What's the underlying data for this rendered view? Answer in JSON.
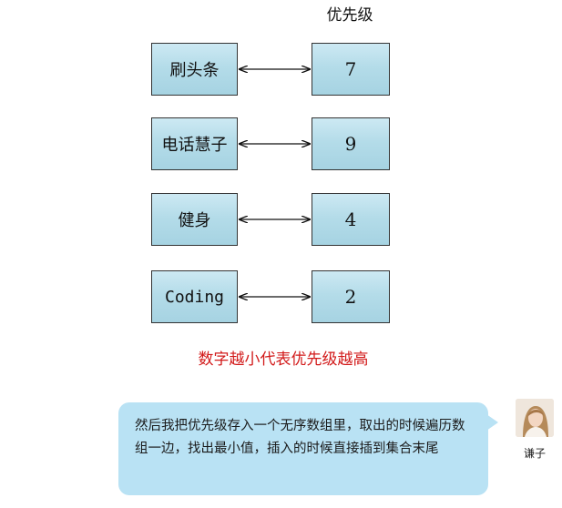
{
  "header": {
    "priority_label": "优先级"
  },
  "rows": [
    {
      "task": "刷头条",
      "priority": "7"
    },
    {
      "task": "电话慧子",
      "priority": "9"
    },
    {
      "task": "健身",
      "priority": "4"
    },
    {
      "task": "Coding",
      "priority": "2"
    }
  ],
  "note": "数字越小代表优先级越高",
  "chat": {
    "message": "然后我把优先级存入一个无序数组里，取出的时候遍历数组一边，找出最小值，插入的时候直接插到集合末尾",
    "sender_name": "谦子",
    "bubble_color": "#b9e2f4"
  },
  "colors": {
    "box_fill": "#b4dce9",
    "note_text": "#d21a1a"
  }
}
